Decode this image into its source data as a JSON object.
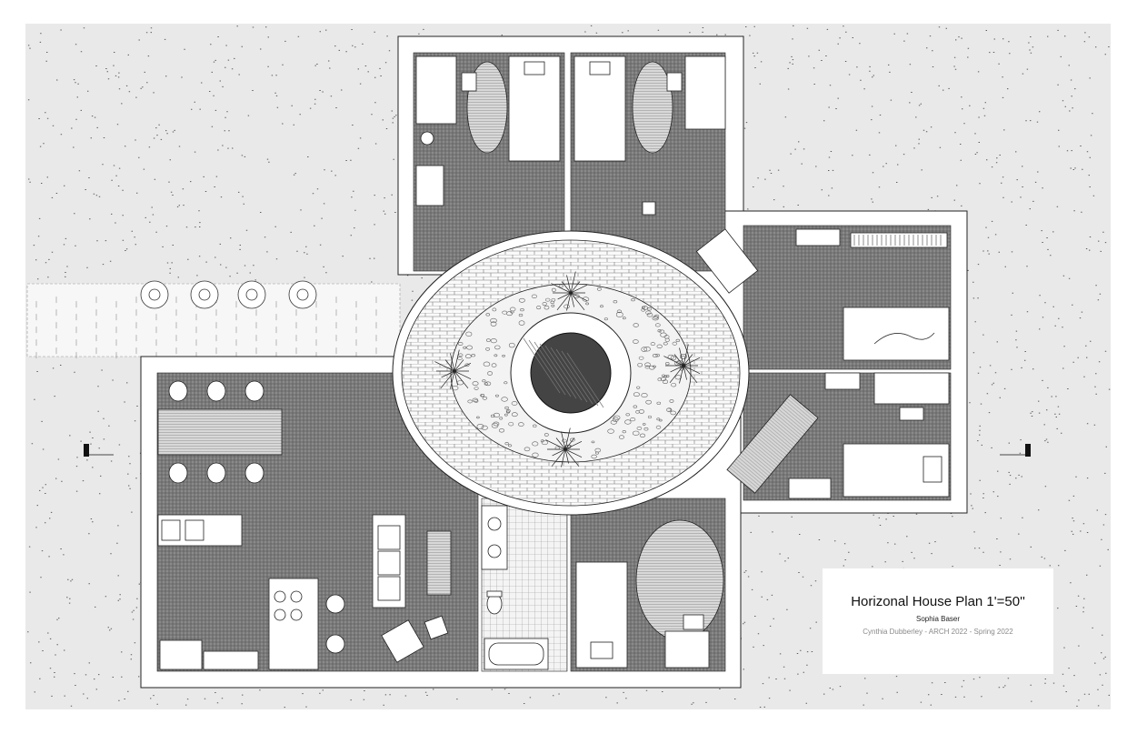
{
  "drawing": {
    "title": "Horizonal House Plan 1'=50''",
    "author": "Sophia Baser",
    "course": "Cynthia Dubberley -  ARCH 2022 - Spring 2022"
  },
  "palette": {
    "wall": "#ffffff",
    "wall_outline": "#222222",
    "floor_hatch": "#6d6d6d",
    "ground_speckle": "#5a5a5a",
    "title_text": "#111111",
    "credit_text": "#8a8a8a"
  },
  "plan_elements": {
    "section_markers": [
      "section-marker-west",
      "section-marker-east"
    ],
    "rooms": [
      "bedroom-north-left",
      "bedroom-north-right",
      "bedroom-east-upper",
      "bedroom-east-lower",
      "bedroom-south",
      "bathroom",
      "kitchen-living"
    ],
    "central_feature": [
      "elliptical-courtyard",
      "tiled-ring",
      "pebble-garden",
      "central-pool",
      "courtyard-plants"
    ],
    "exterior": [
      "entry-path",
      "entry-trees"
    ]
  }
}
